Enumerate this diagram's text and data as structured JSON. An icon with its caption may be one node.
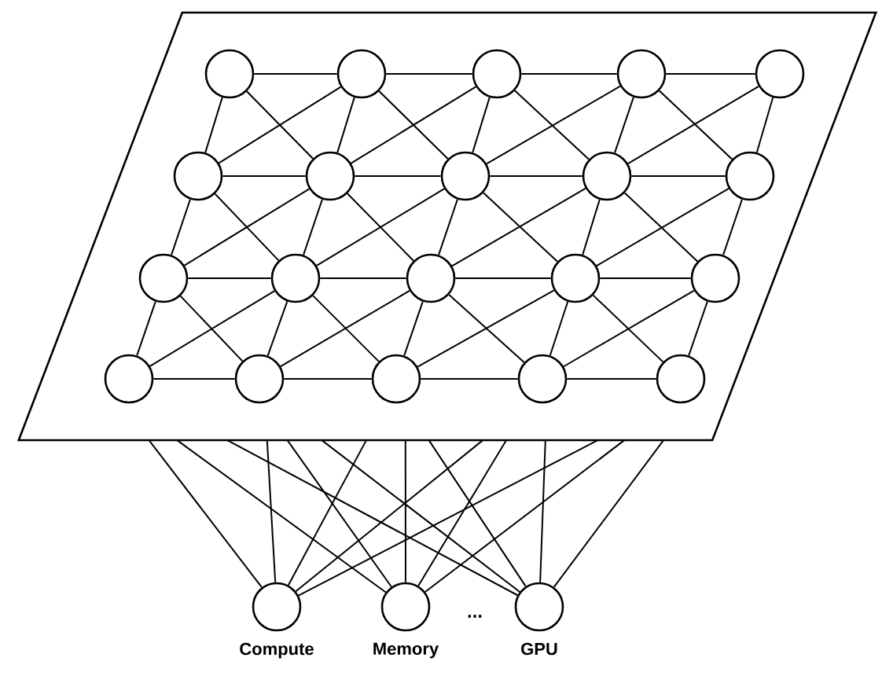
{
  "diagram": {
    "nodes": [
      {
        "text": [],
        "shape": "box"
      },
      {
        "text": [],
        "shape": "circle",
        "in": 0
      },
      {
        "text": [],
        "shape": "circle",
        "in": 0
      },
      {
        "text": [],
        "shape": "circle",
        "in": 0
      },
      {
        "text": [],
        "shape": "circle",
        "in": 0
      },
      {
        "text": [],
        "shape": "circle",
        "in": 0
      },
      {
        "text": [],
        "shape": "circle",
        "in": 0
      },
      {
        "text": [],
        "shape": "circle",
        "in": 0
      },
      {
        "text": [],
        "shape": "circle",
        "in": 0
      },
      {
        "text": [],
        "shape": "circle",
        "in": 0
      },
      {
        "text": [],
        "shape": "circle",
        "in": 0
      },
      {
        "text": [],
        "shape": "circle",
        "in": 0
      },
      {
        "text": [],
        "shape": "circle",
        "in": 0
      },
      {
        "text": [],
        "shape": "circle",
        "in": 0
      },
      {
        "text": [],
        "shape": "circle",
        "in": 0
      },
      {
        "text": [],
        "shape": "circle",
        "in": 0
      },
      {
        "text": [],
        "shape": "circle",
        "in": 0
      },
      {
        "text": [],
        "shape": "circle",
        "in": 0
      },
      {
        "text": [],
        "shape": "circle",
        "in": 0
      },
      {
        "text": [],
        "shape": "circle",
        "in": 0
      },
      {
        "text": [],
        "shape": "circle",
        "in": 0
      },
      {
        "text": [
          "Compute"
        ]
      },
      {
        "text": [
          "Memory"
        ]
      },
      {
        "text": [
          "GPU"
        ]
      }
    ],
    "edges": [
      {
        "from": 1,
        "to": 2,
        "arrow": "none"
      },
      {
        "from": 2,
        "to": 3,
        "arrow": "none"
      },
      {
        "from": 3,
        "to": 4,
        "arrow": "none"
      },
      {
        "from": 4,
        "to": 5,
        "arrow": "none"
      },
      {
        "from": 6,
        "to": 7,
        "arrow": "none"
      },
      {
        "from": 7,
        "to": 8,
        "arrow": "none"
      },
      {
        "from": 8,
        "to": 9,
        "arrow": "none"
      },
      {
        "from": 9,
        "to": 10,
        "arrow": "none"
      },
      {
        "from": 11,
        "to": 12,
        "arrow": "none"
      },
      {
        "from": 12,
        "to": 13,
        "arrow": "none"
      },
      {
        "from": 13,
        "to": 14,
        "arrow": "none"
      },
      {
        "from": 14,
        "to": 15,
        "arrow": "none"
      },
      {
        "from": 16,
        "to": 17,
        "arrow": "none"
      },
      {
        "from": 17,
        "to": 18,
        "arrow": "none"
      },
      {
        "from": 18,
        "to": 19,
        "arrow": "none"
      },
      {
        "from": 19,
        "to": 20,
        "arrow": "none"
      },
      {
        "from": 1,
        "to": 6,
        "arrow": "none"
      },
      {
        "from": 2,
        "to": 7,
        "arrow": "none"
      },
      {
        "from": 3,
        "to": 8,
        "arrow": "none"
      },
      {
        "from": 4,
        "to": 9,
        "arrow": "none"
      },
      {
        "from": 5,
        "to": 10,
        "arrow": "none"
      },
      {
        "from": 6,
        "to": 11,
        "arrow": "none"
      },
      {
        "from": 7,
        "to": 12,
        "arrow": "none"
      },
      {
        "from": 8,
        "to": 13,
        "arrow": "none"
      },
      {
        "from": 9,
        "to": 14,
        "arrow": "none"
      },
      {
        "from": 10,
        "to": 15,
        "arrow": "none"
      },
      {
        "from": 11,
        "to": 16,
        "arrow": "none"
      },
      {
        "from": 12,
        "to": 17,
        "arrow": "none"
      },
      {
        "from": 13,
        "to": 18,
        "arrow": "none"
      },
      {
        "from": 14,
        "to": 19,
        "arrow": "none"
      },
      {
        "from": 15,
        "to": 20,
        "arrow": "none"
      },
      {
        "from": 1,
        "to": 7,
        "arrow": "none"
      },
      {
        "from": 2,
        "to": 8,
        "arrow": "none"
      },
      {
        "from": 3,
        "to": 9,
        "arrow": "none"
      },
      {
        "from": 4,
        "to": 10,
        "arrow": "none"
      },
      {
        "from": 2,
        "to": 6,
        "arrow": "none"
      },
      {
        "from": 3,
        "to": 7,
        "arrow": "none"
      },
      {
        "from": 4,
        "to": 8,
        "arrow": "none"
      },
      {
        "from": 5,
        "to": 9,
        "arrow": "none"
      },
      {
        "from": 6,
        "to": 12,
        "arrow": "none"
      },
      {
        "from": 7,
        "to": 13,
        "arrow": "none"
      },
      {
        "from": 8,
        "to": 14,
        "arrow": "none"
      },
      {
        "from": 9,
        "to": 15,
        "arrow": "none"
      },
      {
        "from": 7,
        "to": 11,
        "arrow": "none"
      },
      {
        "from": 8,
        "to": 12,
        "arrow": "none"
      },
      {
        "from": 9,
        "to": 13,
        "arrow": "none"
      },
      {
        "from": 10,
        "to": 14,
        "arrow": "none"
      },
      {
        "from": 11,
        "to": 17,
        "arrow": "none"
      },
      {
        "from": 12,
        "to": 18,
        "arrow": "none"
      },
      {
        "from": 13,
        "to": 19,
        "arrow": "none"
      },
      {
        "from": 14,
        "to": 20,
        "arrow": "none"
      },
      {
        "from": 12,
        "to": 16,
        "arrow": "none"
      },
      {
        "from": 13,
        "to": 17,
        "arrow": "none"
      },
      {
        "from": 14,
        "to": 18,
        "arrow": "none"
      },
      {
        "from": 15,
        "to": 19,
        "arrow": "none"
      },
      {
        "from": 0,
        "to": 21,
        "arrow": "none"
      },
      {
        "from": 0,
        "to": 21,
        "arrow": "none"
      },
      {
        "from": 0,
        "to": 21,
        "arrow": "none"
      },
      {
        "from": 0,
        "to": 21,
        "arrow": "none"
      },
      {
        "from": 0,
        "to": 21,
        "arrow": "none"
      },
      {
        "from": 0,
        "to": 22,
        "arrow": "none"
      },
      {
        "from": 0,
        "to": 22,
        "arrow": "none"
      },
      {
        "from": 0,
        "to": 22,
        "arrow": "none"
      },
      {
        "from": 0,
        "to": 22,
        "arrow": "none"
      },
      {
        "from": 0,
        "to": 22,
        "arrow": "none"
      },
      {
        "from": 0,
        "to": 23,
        "arrow": "none"
      },
      {
        "from": 0,
        "to": 23,
        "arrow": "none"
      },
      {
        "from": 0,
        "to": 23,
        "arrow": "none"
      },
      {
        "from": 0,
        "to": 23,
        "arrow": "none"
      },
      {
        "from": 0,
        "to": 23,
        "arrow": "none"
      }
    ],
    "labels": [
      "..."
    ]
  }
}
